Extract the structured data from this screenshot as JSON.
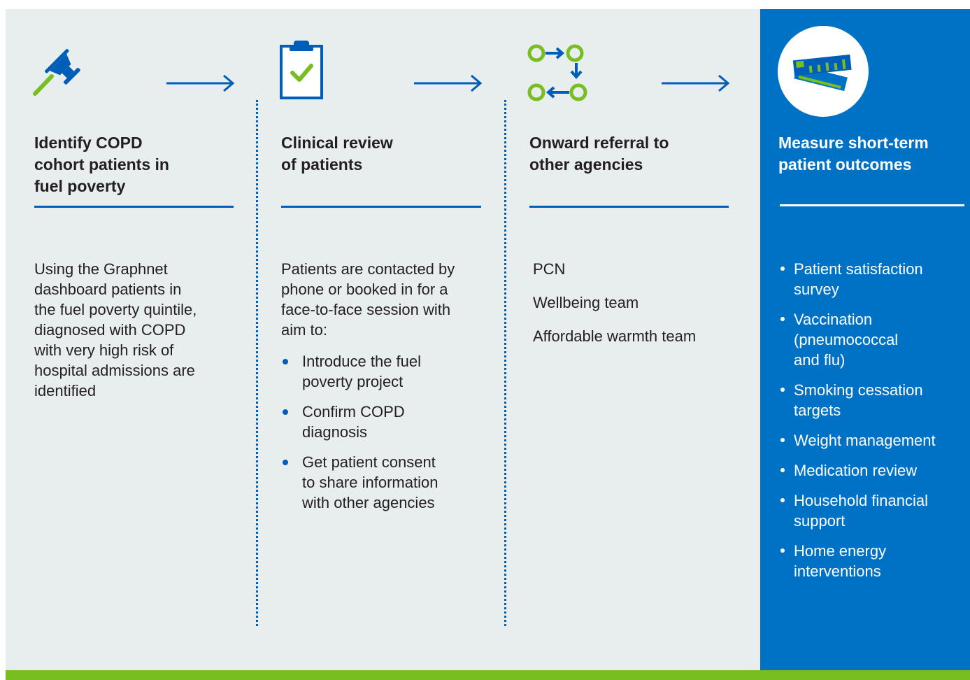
{
  "colors": {
    "background_panel": "#e8edee",
    "nhs_blue": "#005eb8",
    "highlight_blue": "#0072c6",
    "accent_green": "#78be20",
    "text_dark": "#231f20",
    "text_light": "#ffffff"
  },
  "steps": [
    {
      "icon": "pushpin-icon",
      "heading": "Identify COPD cohort patients in fuel poverty",
      "heading_lines": [
        "Identify COPD",
        "cohort patients in",
        "fuel poverty"
      ],
      "body_lines": [
        "Using the Graphnet",
        "dashboard patients in",
        "the fuel poverty quintile,",
        "diagnosed with COPD",
        "with very high risk of",
        "hospital admissions are",
        "identified"
      ]
    },
    {
      "icon": "clipboard-check-icon",
      "heading": "Clinical review of patients",
      "heading_lines": [
        "Clinical review",
        "of patients"
      ],
      "intro_lines": [
        "Patients are contacted by",
        "phone or booked in for a",
        "face-to-face session with",
        "aim to:"
      ],
      "bullets": [
        {
          "lines": [
            "Introduce the fuel",
            "poverty project"
          ]
        },
        {
          "lines": [
            "Confirm COPD",
            "diagnosis"
          ]
        },
        {
          "lines": [
            "Get patient consent",
            "to share information",
            "with other agencies"
          ]
        }
      ]
    },
    {
      "icon": "referral-arrows-icon",
      "heading": "Onward referral to other agencies",
      "heading_lines": [
        "Onward referral to",
        "other agencies"
      ],
      "agencies": [
        "PCN",
        "Wellbeing team",
        "Affordable warmth team"
      ]
    },
    {
      "icon": "measuring-ruler-icon",
      "heading": "Measure short-term patient outcomes",
      "heading_lines": [
        "Measure short-term",
        "patient outcomes"
      ],
      "outcomes": [
        {
          "lines": [
            "Patient satisfaction",
            "survey"
          ]
        },
        {
          "lines": [
            "Vaccination",
            "(pneumococcal",
            "and flu)"
          ]
        },
        {
          "lines": [
            "Smoking cessation",
            "targets"
          ]
        },
        {
          "lines": [
            "Weight management"
          ]
        },
        {
          "lines": [
            "Medication review"
          ]
        },
        {
          "lines": [
            "Household financial",
            "support"
          ]
        },
        {
          "lines": [
            "Home energy",
            "interventions"
          ]
        }
      ]
    }
  ]
}
